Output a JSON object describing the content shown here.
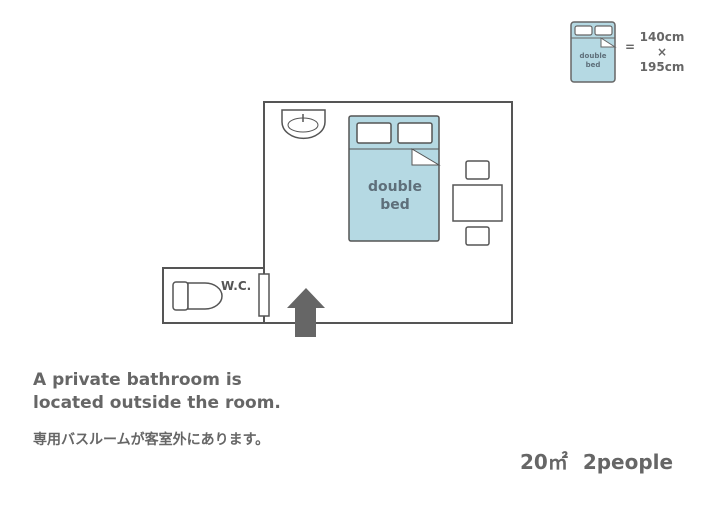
{
  "legend": {
    "bed_label_line1": "double",
    "bed_label_line2": "bed",
    "equals": "=",
    "width": "140cm",
    "times": "×",
    "length": "195cm"
  },
  "plan": {
    "bed_label_line1": "double",
    "bed_label_line2": "bed",
    "wc_label": "W.C."
  },
  "notes": {
    "line1": "A private bathroom is",
    "line2": "located outside the room.",
    "japanese": "専用バスルームが客室外にあります。"
  },
  "summary": {
    "area": "20㎡",
    "capacity": "2people"
  },
  "colors": {
    "bed": "#b5d9e3",
    "wall": "#555555",
    "arrow": "#666666"
  }
}
